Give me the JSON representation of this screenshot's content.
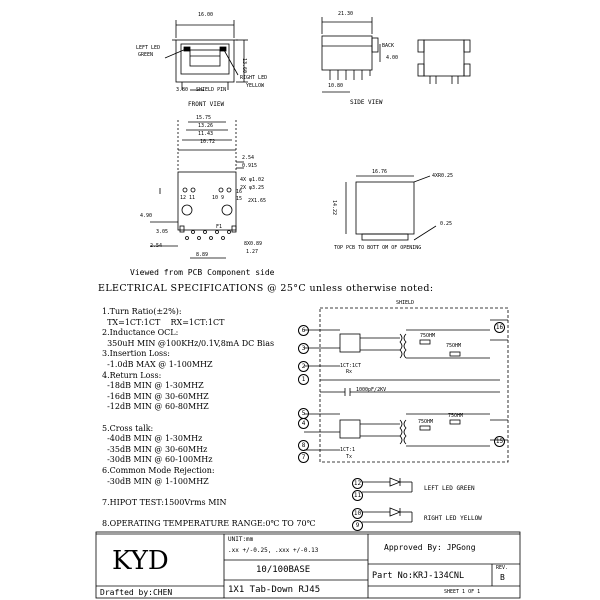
{
  "drawing": {
    "front_view": {
      "label": "FRONT VIEW",
      "dim_width": "16.00",
      "dim_height": "13.60",
      "dim_shield_pin": "3.80",
      "shield_pin_label": "SHIELD PIN",
      "led_left": "LEFT LED",
      "led_left_color": "GREEN",
      "led_right": "RIGHT LED",
      "led_right_color": "YELLOW"
    },
    "side_view": {
      "label": "SIDE VIEW",
      "dim_length": "21.30",
      "dim_pin": "10.80",
      "dim_back": "4.00",
      "back_label": "BACK"
    },
    "pcb_view": {
      "dim_1": "15.75",
      "dim_2": "13.26",
      "dim_3": "11.43",
      "dim_4": "10.72",
      "dim_5": "2.54",
      "dim_6": "0.915",
      "hole_1": "4X φ1.02",
      "hole_2": "2X φ3.25",
      "hole_3": "2X1.65",
      "dim_7": "4.90",
      "dim_8": "3.05",
      "dim_9": "2.54",
      "dim_10": "8.89",
      "dim_11": "1.27",
      "hole_4": "8X0.89",
      "pins_left": "12 11",
      "pins_right": "10 9",
      "pin_f1": "F1",
      "pin_16": "16",
      "pin_15": "15",
      "caption": "Viewed from PCB Component side"
    },
    "top_view": {
      "dim_width": "16.76",
      "dim_height": "14.22",
      "dim_r": "4XR0.25",
      "dim_small": "0.25",
      "caption": "TOP  PCB TO BOTT OM OF OPENING"
    },
    "schematic": {
      "shield": "SHIELD",
      "r1": "75OHM",
      "r2": "75OHM",
      "r3": "75OHM",
      "r4": "75OHM",
      "cap": "1000pF/2KV",
      "rx_ratio": "1CT:1CT",
      "rx": "Rx",
      "tx_ratio": "1CT:1",
      "tx": "Tx",
      "led_green_label": "LEFT LED GREEN",
      "led_yellow_label": "RIGHT LED YELLOW",
      "pin_labels": [
        "6",
        "3",
        "2",
        "1",
        "5",
        "4",
        "8",
        "7",
        "12",
        "11",
        "10",
        "9",
        "16",
        "15"
      ]
    }
  },
  "specs": {
    "heading": "ELECTRICAL SPECIFICATIONS @ 25°C unless otherwise noted:",
    "lines": [
      "1.Turn Ratio(±2%):",
      "  TX=1CT:1CT    RX=1CT:1CT",
      "2.Inductance OCL:",
      "  350uH MIN @100KHz/0.1V,8mA DC Bias",
      "3.Insertion Loss:",
      "  -1.0dB MAX @ 1-100MHZ",
      "4.Return Loss:",
      "  -18dB MIN @ 1-30MHZ",
      "  -16dB MIN @ 30-60MHZ",
      "  -12dB MIN @ 60-80MHZ",
      "",
      "5.Cross talk:",
      "  -40dB MIN @ 1-30MHz",
      "  -35dB MIN @ 30-60MHz",
      "  -30dB MIN @ 60-100MHz",
      "6.Common Mode Rejection:",
      "  -30dB MIN @ 1-100MHZ",
      "",
      "7.HIPOT TEST:1500Vrms MIN",
      "",
      "8.OPERATING TEMPERATURE RANGE:0℃ TO 70℃"
    ]
  },
  "titleblock": {
    "company": "KYD",
    "drafted_by": "Drafted by:CHEN",
    "unit": "UNIT:mm",
    "tolerance": ".xx   +/-0.25,  .xxx  +/-0.13",
    "approved_by": "Approved By: JPGong",
    "product_line1": "10/100BASE",
    "product_line2": "1X1 Tab-Down RJ45",
    "part_no": "Part No:KRJ-134CNL",
    "rev_label": "REV.",
    "rev": "B",
    "sheet": "SHEET  1  OF  1"
  }
}
